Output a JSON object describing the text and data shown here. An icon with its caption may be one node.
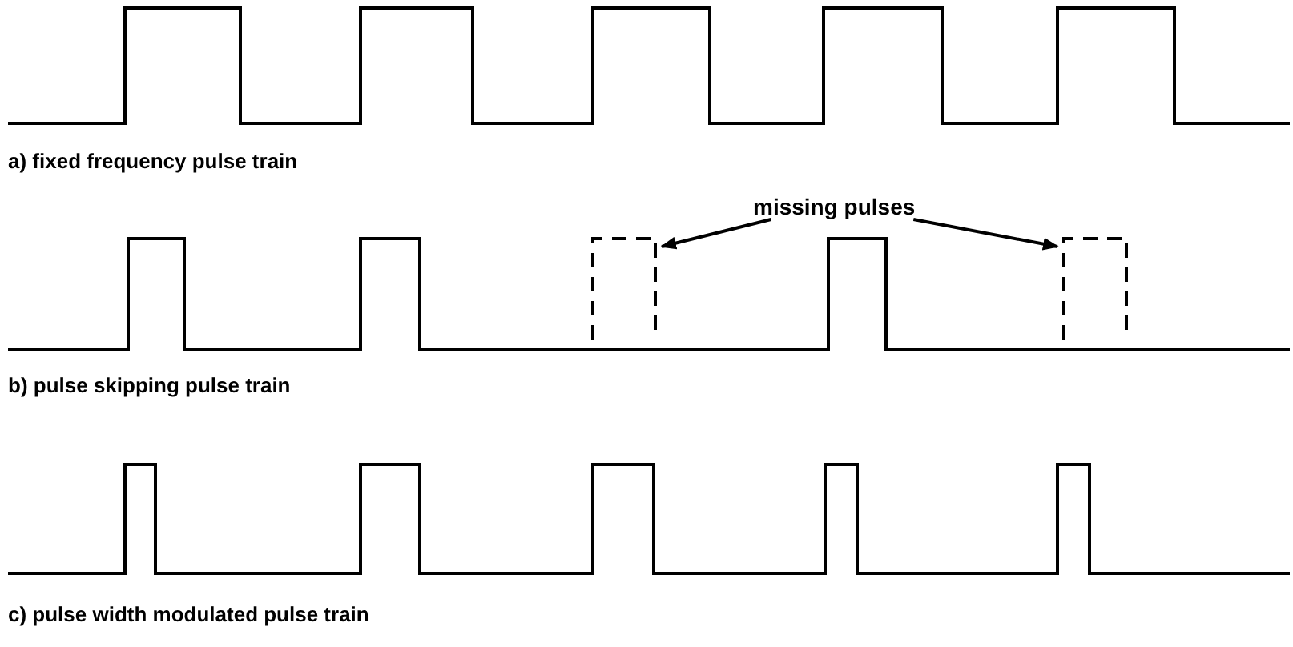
{
  "diagram": {
    "nodes": [
      {
        "text": [
          "missing pulses"
        ]
      },
      {
        "text": [],
        "shape": "box"
      },
      {
        "text": [],
        "shape": "box"
      }
    ],
    "edges": [
      {
        "from": 0,
        "to": 1,
        "arrow": "to"
      },
      {
        "from": 0,
        "to": 2,
        "arrow": "to"
      }
    ],
    "labels": [
      "a) fixed frequency pulse train",
      "b) pulse skipping pulse train",
      "c) pulse width modulated pulse train"
    ]
  }
}
